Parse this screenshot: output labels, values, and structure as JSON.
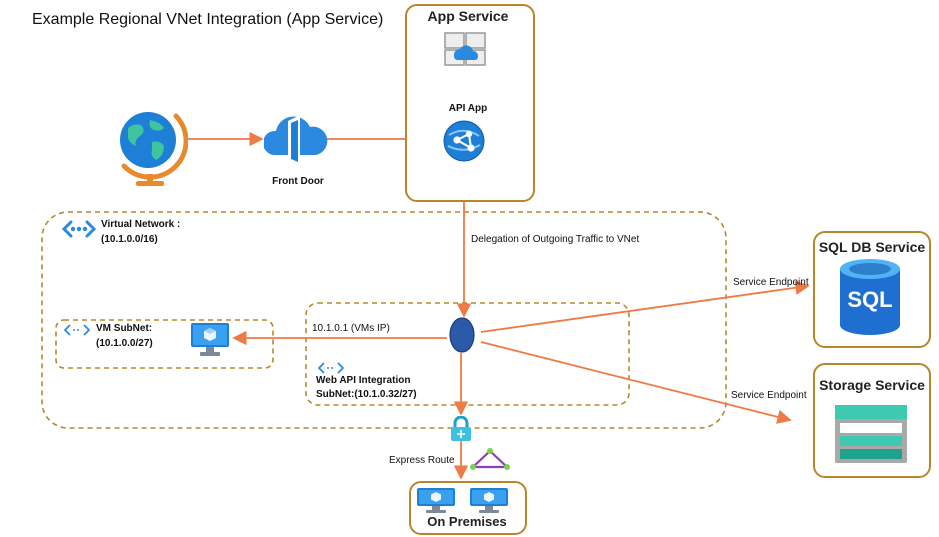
{
  "title": "Example Regional VNet Integration (App Service)",
  "app_service": {
    "title": "App Service",
    "api_app_label": "API App"
  },
  "front_door": {
    "label": "Front Door"
  },
  "vnet": {
    "title": "Virtual Network :",
    "cidr": "(10.1.0.0/16)"
  },
  "delegation_label": "Delegation of Outgoing Traffic to VNet",
  "vm_subnet": {
    "title": "VM SubNet:",
    "cidr": "(10.1.0.0/27)"
  },
  "web_api_subnet": {
    "line1": "Web API Integration",
    "line2": "SubNet:(10.1.0.32/27)"
  },
  "vm_ip_label": "10.1.0.1 (VMs IP)",
  "service_endpoint_label_1": "Service Endpoint",
  "service_endpoint_label_2": "Service Endpoint",
  "sql_service": {
    "title": "SQL DB Service",
    "icon_text": "SQL"
  },
  "storage_service": {
    "title": "Storage Service"
  },
  "express_route_label": "Express Route",
  "on_premises": {
    "title": "On Premises"
  },
  "colors": {
    "accent": "#b8862b",
    "arrow": "#ee7a45",
    "azure_blue": "#0078d4",
    "node": "#2a5aa8"
  },
  "icons": [
    "globe-icon",
    "front-door-icon",
    "app-service-plan-icon",
    "api-app-icon",
    "vnet-icon",
    "subnet-icon",
    "virtual-machine-icon",
    "sql-database-icon",
    "storage-account-icon",
    "vpn-gateway-lock-icon",
    "express-route-circuit-icon"
  ]
}
